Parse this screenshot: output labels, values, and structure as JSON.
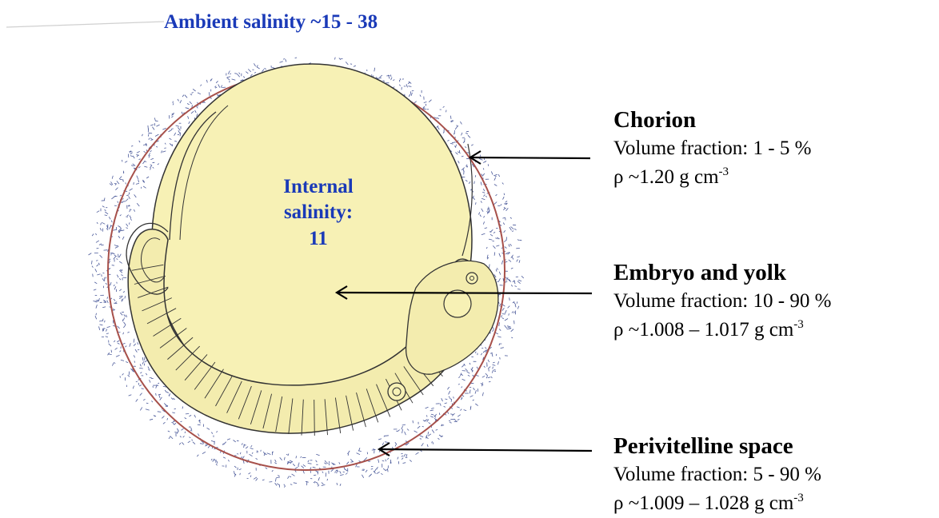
{
  "ambient_title": "Ambient salinity ~15  - 38",
  "internal_label": [
    "Internal",
    "salinity:",
    "11"
  ],
  "components": [
    {
      "name": "Chorion",
      "volume": "Volume fraction: 1 - 5 %",
      "density": "ρ  ~1.20 g cm",
      "density_exp": "-3"
    },
    {
      "name": "Embryo and yolk",
      "volume": "Volume fraction: 10 - 90 %",
      "density": "ρ  ~1.008 – 1.017 g cm",
      "density_exp": "-3"
    },
    {
      "name": "Perivitelline space",
      "volume": "Volume fraction: 5 - 90 %",
      "density": "ρ  ~1.009 – 1.028 g cm",
      "density_exp": "-3"
    }
  ],
  "colors": {
    "yolk": "#f7f1b5",
    "chorion_ring": "#a7504a",
    "ambient_dots": "#4b5a9a",
    "title_blue": "#1a3ab8"
  }
}
